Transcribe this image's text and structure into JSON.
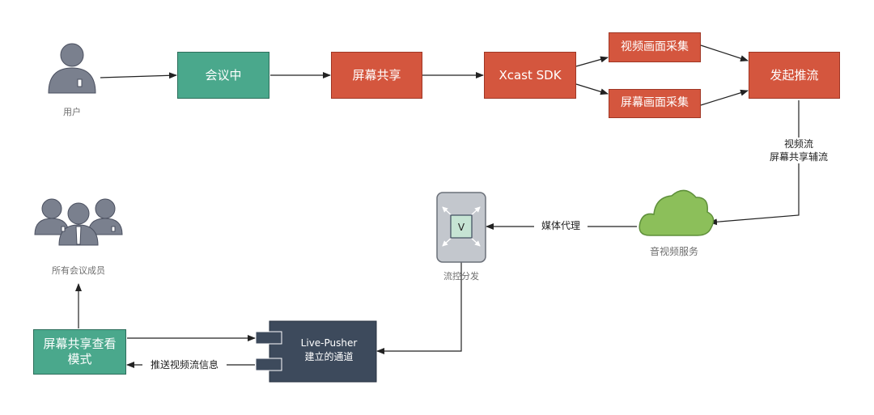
{
  "nodes": {
    "user": "用户",
    "in_meeting": "会议中",
    "screen_share": "屏幕共享",
    "xcast_sdk": "Xcast SDK",
    "video_capture": "视频画面采集",
    "screen_capture": "屏幕画面采集",
    "start_push": "发起推流",
    "av_service": "音视频服务",
    "flow_control": "流控分发",
    "members": "所有会议成员",
    "view_mode": "屏幕共享查看模式",
    "pusher_line1": "Live-Pusher",
    "pusher_line2": "建立的通道"
  },
  "edges": {
    "streams_line1": "视频流",
    "streams_line2": "屏幕共享辅流",
    "media_proxy": "媒体代理",
    "push_info": "推送视频流信息"
  },
  "icons": {
    "flow_control_letter": "V"
  },
  "colors": {
    "green": "#4aa88c",
    "red": "#d4563e",
    "navy": "#3d4a5c",
    "cloud": "#8cbf5a",
    "person": "#7a808e"
  }
}
